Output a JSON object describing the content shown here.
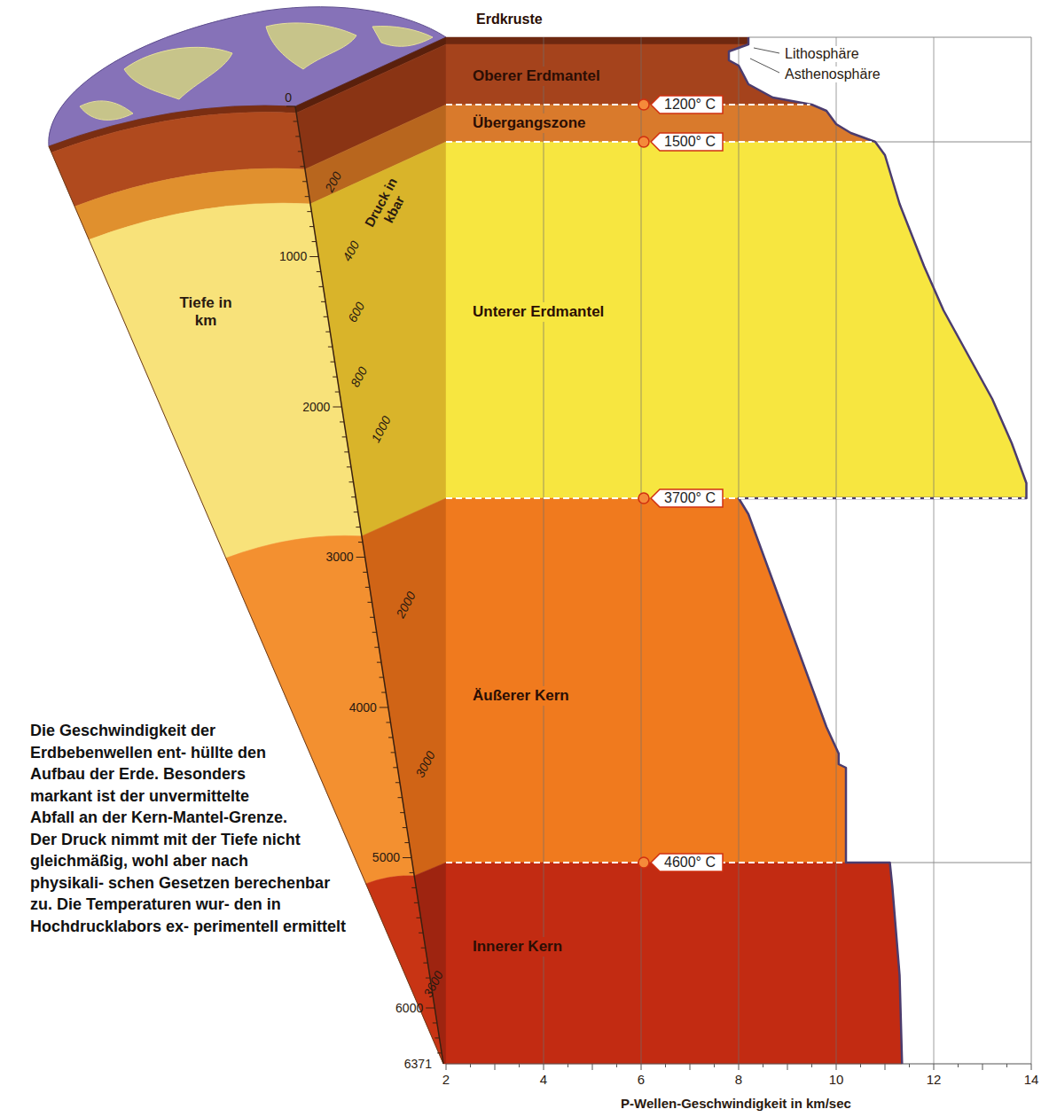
{
  "diagram": {
    "caption": "Die Geschwindigkeit der Erdbebenwellen ent- hüllte den Aufbau der Erde. Besonders markant ist der unvermittelte Abfall an der Kern-Mantel-Grenze. Der Druck nimmt mit der Tiefe nicht gleichmäßig, wohl aber nach physikali- schen Gesetzen berechenbar zu. Die Temperaturen wur- den in Hochdrucklabors ex- perimentell ermittelt",
    "nodes": [
      {
        "text": [
          "Erdkruste"
        ]
      },
      {
        "text": [
          "Oberer Erdmantel"
        ]
      },
      {
        "text": [
          "1200° C"
        ]
      },
      {
        "text": [
          "Übergangszone"
        ]
      },
      {
        "text": [
          "1500° C"
        ]
      },
      {
        "text": [
          "Unterer Erdmantel"
        ]
      },
      {
        "text": [
          "3700° C"
        ]
      },
      {
        "text": [
          "Äußerer Kern"
        ]
      },
      {
        "text": [
          "4600° C"
        ]
      },
      {
        "text": [
          "Innerer Kern"
        ]
      }
    ],
    "labels": [
      "Lithosphäre",
      "Asthenosphäre",
      "Druck in kbar",
      "Tiefe in km",
      "0",
      "1000",
      "2000",
      "3000",
      "4000",
      "5000",
      "6000",
      "6371",
      "200",
      "400",
      "600",
      "800",
      "1000",
      "2000",
      "3000",
      "3600",
      "2",
      "4",
      "6",
      "8",
      "10",
      "12",
      "14",
      "P-Wellen-Geschwindigkeit in km/sec"
    ]
  }
}
